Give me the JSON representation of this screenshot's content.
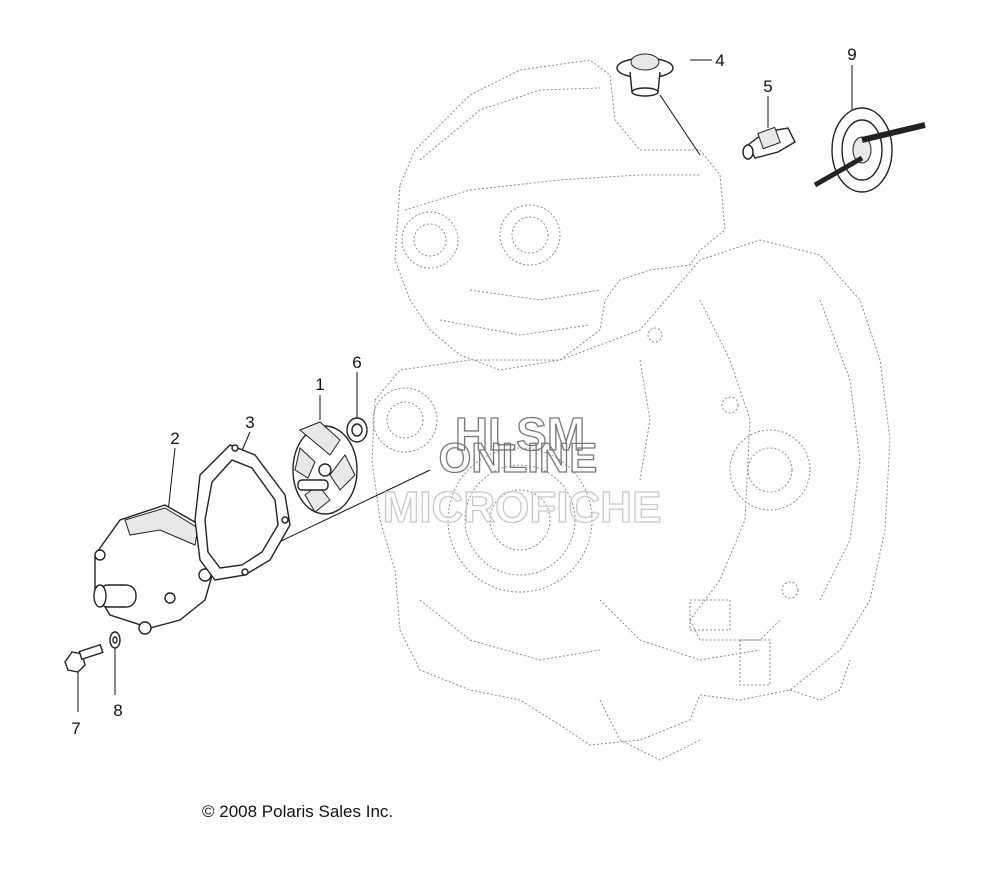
{
  "callouts": [
    {
      "id": "1",
      "label": "1"
    },
    {
      "id": "2",
      "label": "2"
    },
    {
      "id": "3",
      "label": "3"
    },
    {
      "id": "4",
      "label": "4"
    },
    {
      "id": "5",
      "label": "5"
    },
    {
      "id": "6",
      "label": "6"
    },
    {
      "id": "7",
      "label": "7"
    },
    {
      "id": "8",
      "label": "8"
    },
    {
      "id": "9",
      "label": "9"
    }
  ],
  "watermark": {
    "line1": "HLSM",
    "line2": "ONLINE",
    "line3": "MICROFICHE"
  },
  "copyright": "© 2008 Polaris Sales Inc."
}
